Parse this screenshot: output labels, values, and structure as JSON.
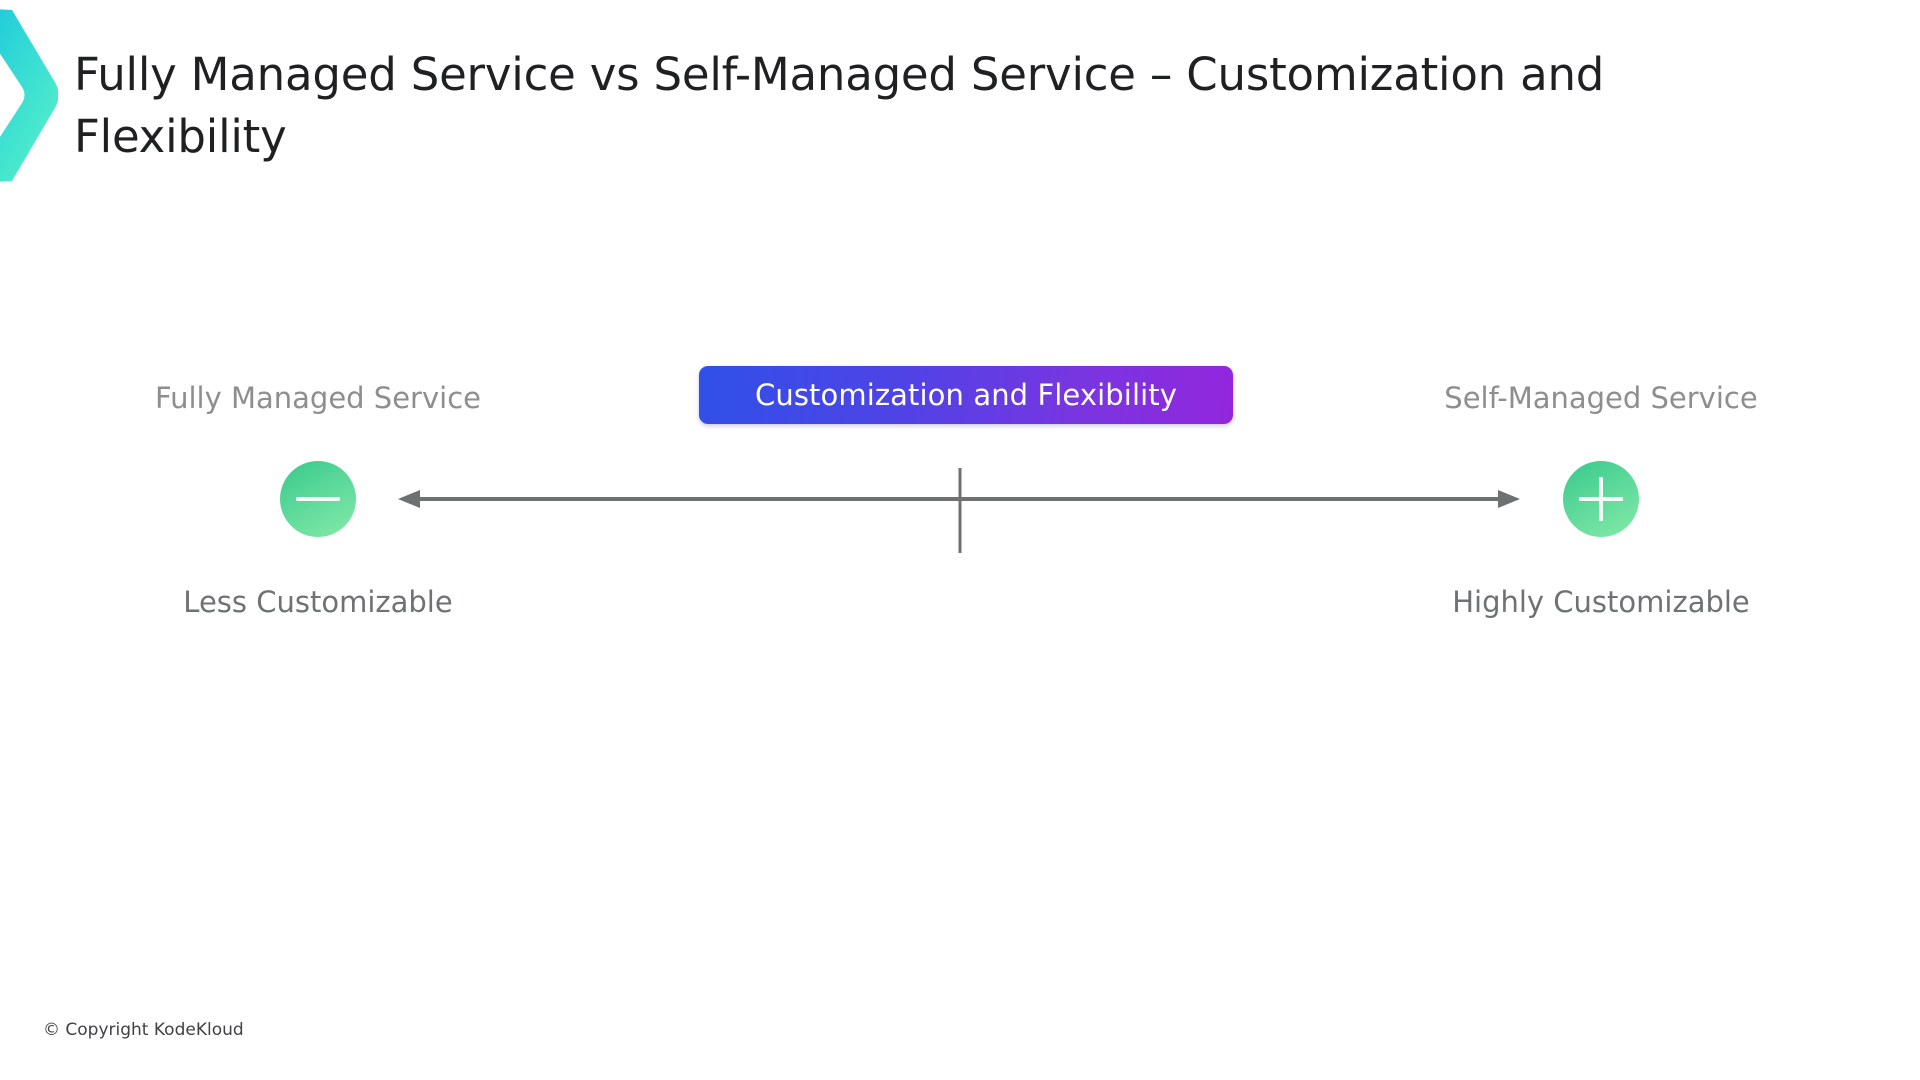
{
  "slide": {
    "title": "Fully Managed Service vs Self-Managed Service – Customization and Flexibility",
    "footer": "© Copyright KodeKloud"
  },
  "brand": {
    "logo_icon": "kodekloud-chevron-icon",
    "gradient_from": "#1ec8dd",
    "gradient_to": "#4df0c9"
  },
  "spectrum": {
    "center_badge": {
      "label": "Customization and Flexibility",
      "gradient_from": "#3050e8",
      "gradient_to": "#9326dd",
      "text_color": "#ffffff"
    },
    "axis": {
      "color": "#6e7072",
      "left_arrow": "arrow-left-icon",
      "right_arrow": "arrow-right-icon",
      "center_tick": "axis-center-tick"
    },
    "ends": [
      {
        "side": "left",
        "pole_label": "Fully Managed Service",
        "end_label": "Less Customizable",
        "node_icon": "minus-icon",
        "node_color": "#56d698"
      },
      {
        "side": "right",
        "pole_label": "Self-Managed Service",
        "end_label": "Highly Customizable",
        "node_icon": "plus-icon",
        "node_color": "#56d698"
      }
    ]
  }
}
